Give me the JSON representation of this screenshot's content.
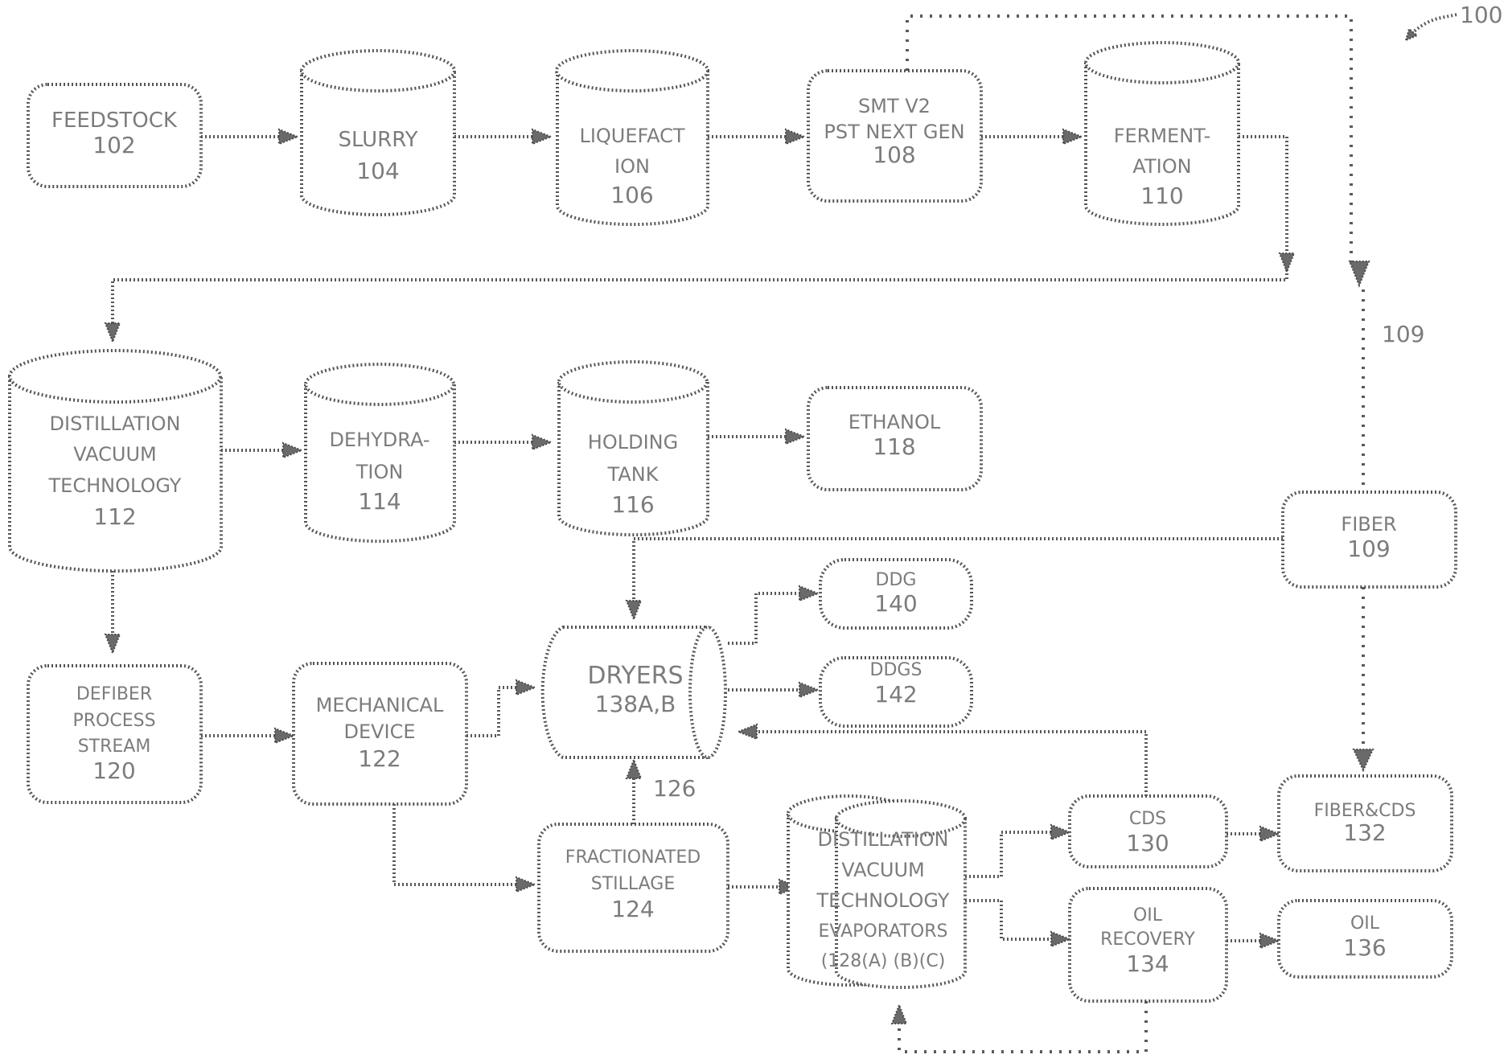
{
  "figure_ref": "100",
  "ref_109": "109",
  "ref_126": "126",
  "nodes": {
    "feedstock": [
      "FEEDSTOCK",
      "102"
    ],
    "slurry": [
      "SLURRY",
      "104"
    ],
    "liquefaction": [
      "LIQUEFACT",
      "ION",
      "106"
    ],
    "smt": [
      "SMT V2",
      "PST NEXT GEN",
      "108"
    ],
    "fermentation": [
      "FERMENT-",
      "ATION",
      "110"
    ],
    "distillation": [
      "DISTILLATION",
      "VACUUM",
      "TECHNOLOGY",
      "112"
    ],
    "dehydration": [
      "DEHYDRA-",
      "TION",
      "114"
    ],
    "holding_tank": [
      "HOLDING",
      "TANK",
      "116"
    ],
    "ethanol": [
      "ETHANOL",
      "118"
    ],
    "fiber": [
      "FIBER",
      "109"
    ],
    "ddg": [
      "DDG",
      "140"
    ],
    "dryers": [
      "DRYERS",
      "138A,B"
    ],
    "ddgs": [
      "DDGS",
      "142"
    ],
    "defiber": [
      "DEFIBER",
      "PROCESS",
      "STREAM",
      "120"
    ],
    "mechanical": [
      "MECHANICAL",
      "DEVICE",
      "122"
    ],
    "fractionated": [
      "FRACTIONATED",
      "STILLAGE",
      "124"
    ],
    "evaporators": [
      "DISTILLATION",
      "VACUUM",
      "TECHNOLOGY",
      "EVAPORATORS",
      "(128(A) (B)(C)"
    ],
    "cds": [
      "CDS",
      "130"
    ],
    "fiber_cds": [
      "FIBER&CDS",
      "132"
    ],
    "oil_recovery": [
      "OIL",
      "RECOVERY",
      "134"
    ],
    "oil": [
      "OIL",
      "136"
    ]
  }
}
